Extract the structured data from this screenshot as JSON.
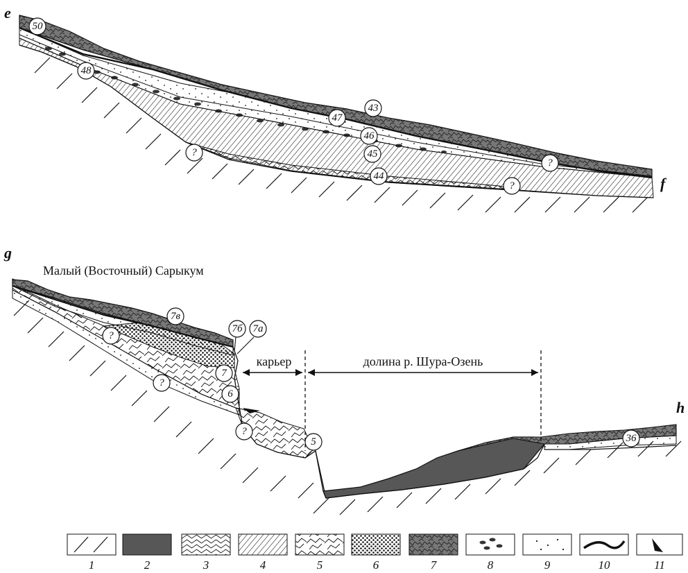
{
  "section_top": {
    "start_label": "e",
    "end_label": "f",
    "markers": [
      "50",
      "48",
      "47",
      "43",
      "46",
      "45",
      "44",
      "?",
      "?",
      "?"
    ]
  },
  "section_bottom": {
    "start_label": "g",
    "end_label": "h",
    "title": "Малый (Восточный) Сарыкум",
    "markers": [
      "7в",
      "7б",
      "7а",
      "7",
      "6",
      "5",
      "36",
      "?",
      "?",
      "?"
    ],
    "dim_quarry": "карьер",
    "dim_valley": "долина р. Шура-Озень"
  },
  "legend": {
    "items": [
      {
        "num": "1",
        "pattern": "slash"
      },
      {
        "num": "2",
        "pattern": "solid-dark"
      },
      {
        "num": "3",
        "pattern": "wavy"
      },
      {
        "num": "4",
        "pattern": "hatch"
      },
      {
        "num": "5",
        "pattern": "polygon"
      },
      {
        "num": "6",
        "pattern": "dotted-dense"
      },
      {
        "num": "7",
        "pattern": "dark-textured"
      },
      {
        "num": "8",
        "pattern": "pebbles"
      },
      {
        "num": "9",
        "pattern": "sparse-dots"
      },
      {
        "num": "10",
        "pattern": "thick-line"
      },
      {
        "num": "11",
        "pattern": "wedge"
      }
    ]
  },
  "colors": {
    "ink": "#111111",
    "dark_fill": "#555555",
    "mid_fill": "#7a7a7a",
    "paper": "#ffffff"
  }
}
